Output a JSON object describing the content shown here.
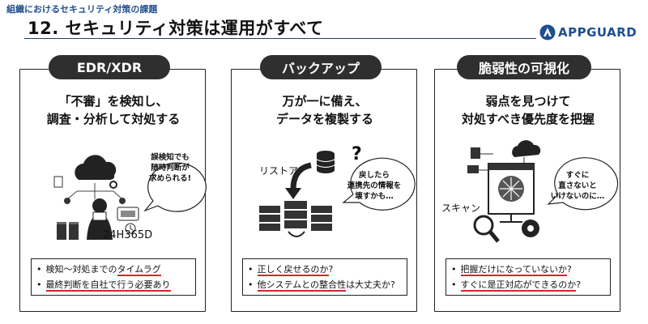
{
  "header": {
    "breadcrumb": "組織におけるセキュリティ対策の課題",
    "title": "12. セキュリティ対策は運用がすべて",
    "logo_text": "APPGUARD",
    "brand_color": "#1f4f8f"
  },
  "panels": [
    {
      "pill": "EDR/XDR",
      "heading": [
        "「不審」を検知し、",
        "調査・分析して対処する"
      ],
      "bubble": [
        "誤検知でも",
        "随時判断が",
        "求められる!"
      ],
      "code": "24H365D",
      "bullets": [
        {
          "pre": "検知〜対処までの",
          "em": "タイムラグ",
          "post": ""
        },
        {
          "pre": "",
          "em": "最終判断を自社で行う必要あり",
          "post": ""
        }
      ]
    },
    {
      "pill": "バックアップ",
      "heading": [
        "万が一に備え、",
        "データを複製する"
      ],
      "label": "リストア",
      "question": "?",
      "bubble": [
        "戻したら",
        "連携先の情報を",
        "壊すかも…"
      ],
      "bullets": [
        {
          "pre": "",
          "em": "正しく戻せるのか",
          "post": "?"
        },
        {
          "pre": "",
          "em": "他システムとの整合性",
          "post": "は大丈夫か?"
        }
      ]
    },
    {
      "pill": "脆弱性の可視化",
      "heading": [
        "弱点を見つけて",
        "対処すべき優先度を把握"
      ],
      "label": "スキャン",
      "bubble": [
        "すぐに",
        "直さないと",
        "いけないのに…"
      ],
      "bullets": [
        {
          "pre": "",
          "em": "把握だけになっていないか",
          "post": "?"
        },
        {
          "pre": "",
          "em": "すぐに是正対応ができるのか",
          "post": "?"
        }
      ]
    }
  ],
  "colors": {
    "pill": "#2f2f2f",
    "underline": "#d9232a",
    "accent": "#1f4f8f"
  },
  "icons": [
    "cloud-icon",
    "server-icon",
    "database-icon",
    "magnifier-icon",
    "gear-icon",
    "person-icon",
    "arrow-icon",
    "speech-bubble-icon",
    "appguard-logo-icon"
  ]
}
